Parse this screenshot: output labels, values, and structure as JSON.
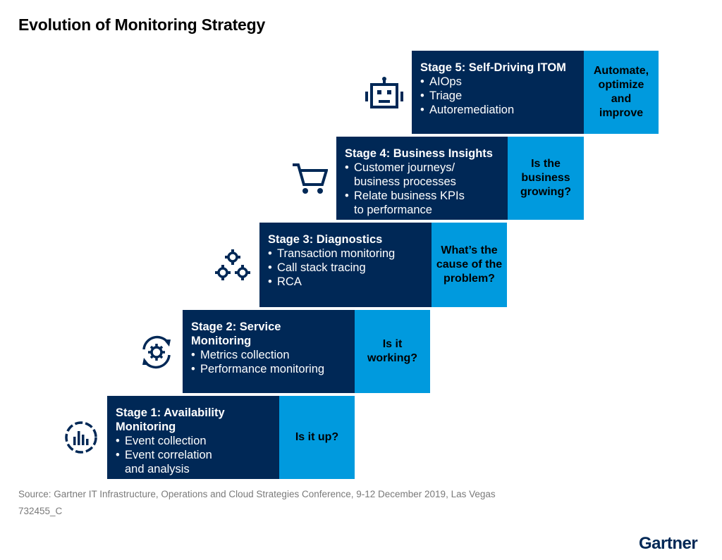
{
  "title": "Evolution of Monitoring Strategy",
  "stages": [
    {
      "title": "Stage 1: Availability Monitoring",
      "bullets": [
        "Event collection",
        "Event correlation and analysis"
      ],
      "question": "Is it up?",
      "icon": "analytics-dial-icon"
    },
    {
      "title": "Stage 2: Service Monitoring",
      "bullets": [
        "Metrics collection",
        "Performance monitoring"
      ],
      "question": "Is it working?",
      "icon": "gear-refresh-icon"
    },
    {
      "title": "Stage 3: Diagnostics",
      "bullets": [
        "Transaction monitoring",
        "Call stack tracing",
        "RCA"
      ],
      "question": "What’s the cause of the problem?",
      "icon": "gears-icon"
    },
    {
      "title": "Stage 4: Business Insights",
      "bullets": [
        "Customer journeys/ business processes",
        "Relate business KPIs to performance"
      ],
      "question": "Is the business growing?",
      "icon": "shopping-cart-icon"
    },
    {
      "title": "Stage 5: Self-Driving ITOM",
      "bullets": [
        "AIOps",
        "Triage",
        "Autoremediation"
      ],
      "question": "Automate, optimize and improve",
      "icon": "robot-icon"
    }
  ],
  "source": "Source: Gartner IT Infrastructure, Operations and Cloud Strategies Conference, 9-12 December 2019, Las Vegas",
  "code": "732455_C",
  "logo": "Gartner",
  "colors": {
    "dark": "#002856",
    "light": "#009ade"
  }
}
